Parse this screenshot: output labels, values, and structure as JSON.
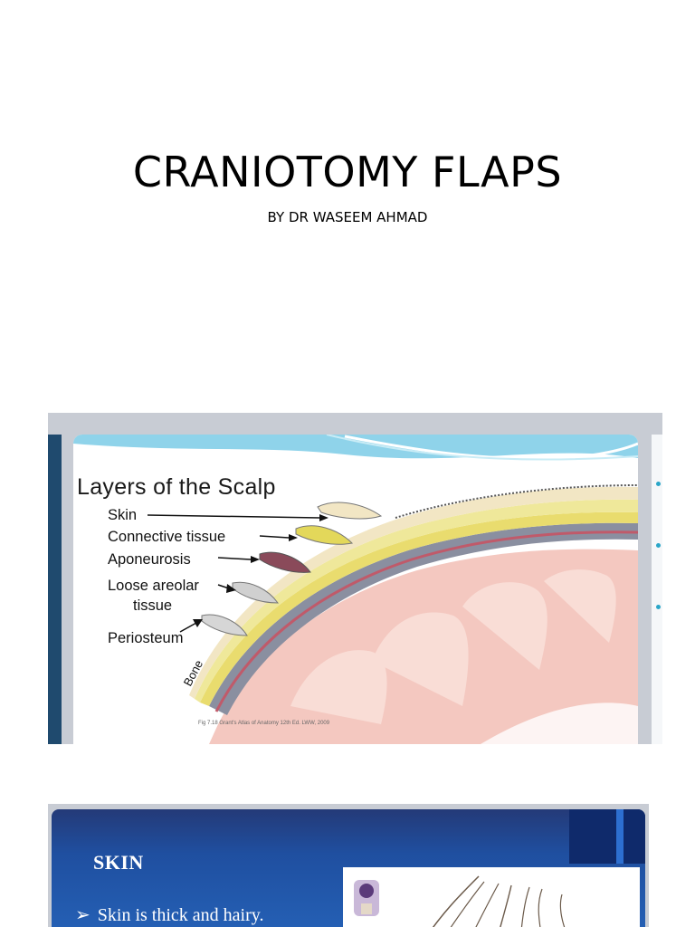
{
  "title": "CRANIOTOMY FLAPS",
  "subtitle": "BY DR WASEEM  AHMAD",
  "slide1": {
    "heading": "Layers of the Scalp",
    "labels": {
      "skin": "Skin",
      "connective": "Connective tissue",
      "aponeurosis": "Aponeurosis",
      "loose_1": "Loose areolar",
      "loose_2": "tissue",
      "periosteum": "Periosteum",
      "bone": "Bone"
    },
    "caption": "Fig 7.18 Grant's Atlas of Anatomy 12th Ed. LWW, 2009",
    "colors": {
      "skin": "#f2e6c4",
      "connective": "#e3d85a",
      "aponeurosis": "#8a4a5a",
      "bone": "#e9dc6e"
    }
  },
  "slide2": {
    "heading": "SKIN",
    "bullet": "Skin is thick and hairy.",
    "bullet_icon": "arrowhead-bullet-icon"
  }
}
